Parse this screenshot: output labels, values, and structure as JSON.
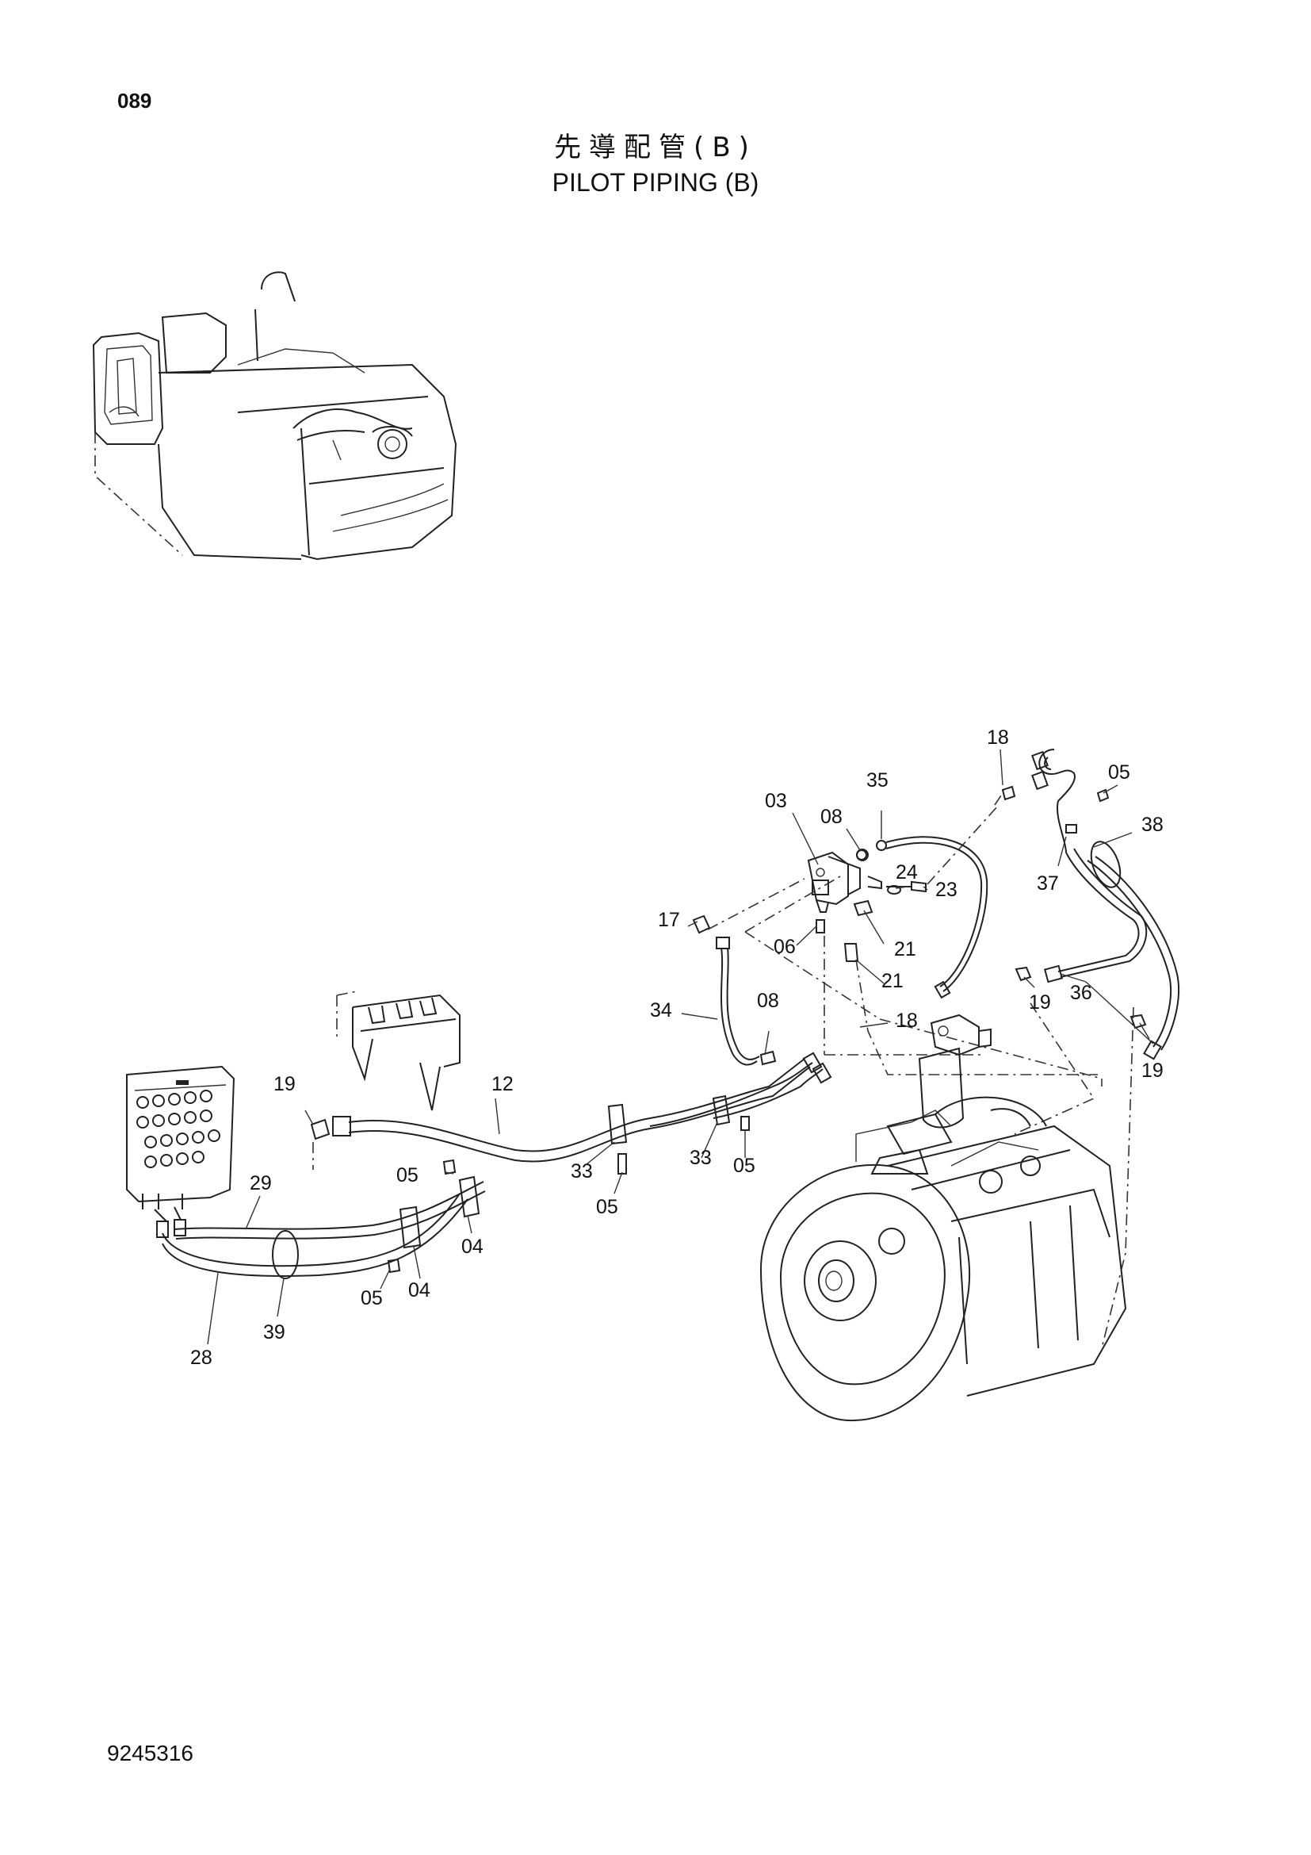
{
  "page": {
    "number": "089",
    "title_jp": "先導配管(B)",
    "title_en": "PILOT PIPING (B)",
    "document_number": "9245316"
  },
  "callouts": {
    "c03": "03",
    "c08a": "08",
    "c35": "35",
    "c18a": "18",
    "c05a": "05",
    "c38": "38",
    "c37": "37",
    "c24": "24",
    "c23": "23",
    "c17": "17",
    "c06": "06",
    "c21a": "21",
    "c21b": "21",
    "c19a": "19",
    "c36": "36",
    "c34": "34",
    "c08b": "08",
    "c18b": "18",
    "c19b": "19",
    "c19c": "19",
    "c12": "12",
    "c33a": "33",
    "c33b": "33",
    "c05b": "05",
    "c05c": "05",
    "c05d": "05",
    "c29": "29",
    "c04a": "04",
    "c04b": "04",
    "c05e": "05",
    "c39": "39",
    "c28": "28"
  }
}
